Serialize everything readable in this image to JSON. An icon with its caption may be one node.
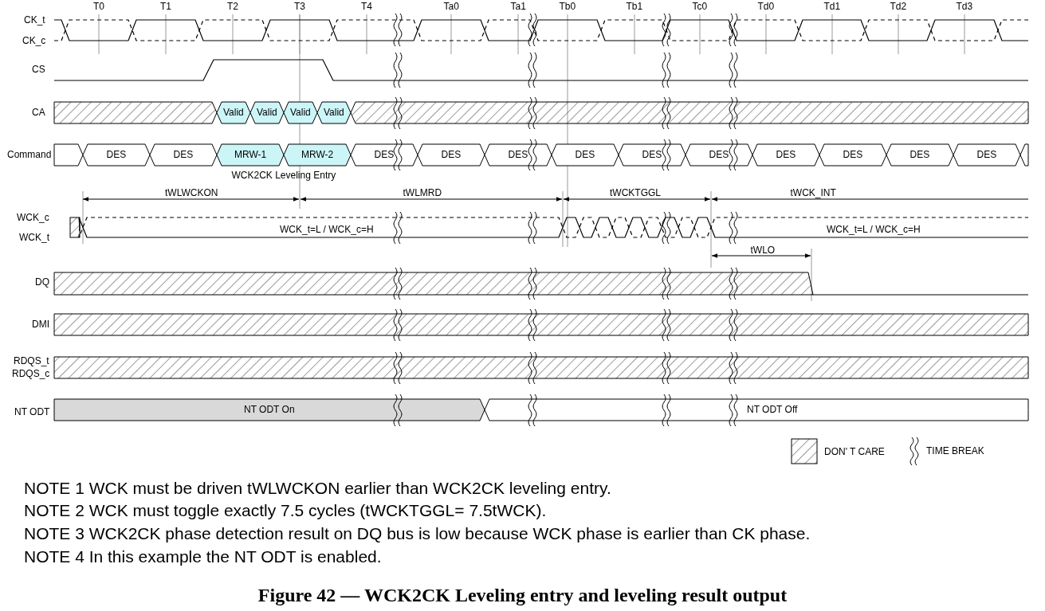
{
  "diagram": {
    "caption": "Figure 42 — WCK2CK Leveling entry and leveling result output",
    "labels": [
      "T0",
      "T1",
      "T2",
      "T3",
      "T4",
      "Ta0",
      "Ta1",
      "Tb0",
      "Tb1",
      "Tc0",
      "Td0",
      "Td1",
      "Td2",
      "Td3",
      "CK_t",
      "CK_c",
      "CS",
      "CA",
      "Valid",
      "Valid",
      "Valid",
      "Valid",
      "Command",
      "DES",
      "DES",
      "MRW-1",
      "MRW-2",
      "DES",
      "DES",
      "DES",
      "DES",
      "DES",
      "DES",
      "DES",
      "DES",
      "DES",
      "DES",
      "WCK2CK Leveling Entry",
      "tWLWCKON",
      "tWLMRD",
      "tWCKTGGL",
      "tWCK_INT",
      "WCK_c",
      "WCK_t",
      "WCK_t=L / WCK_c=H",
      "WCK_t=L / WCK_c=H",
      "tWLO",
      "DQ",
      "DMI",
      "RDQS_t",
      "RDQS_c",
      "NT ODT",
      "NT ODT On",
      "NT ODT Off",
      "NOTE 1 WCK must be driven tWLWCKON earlier than WCK2CK leveling entry.",
      "NOTE 2 WCK must toggle exactly 7.5 cycles (tWCKTGGL= 7.5tWCK).",
      "NOTE 3 WCK2CK phase detection result on DQ bus is low because WCK phase is earlier than CK phase.",
      "NOTE 4 In this example the NT ODT is enabled."
    ],
    "legend": [
      {
        "text": "DON' T CARE"
      },
      {
        "text": "TIME BREAK"
      }
    ]
  }
}
